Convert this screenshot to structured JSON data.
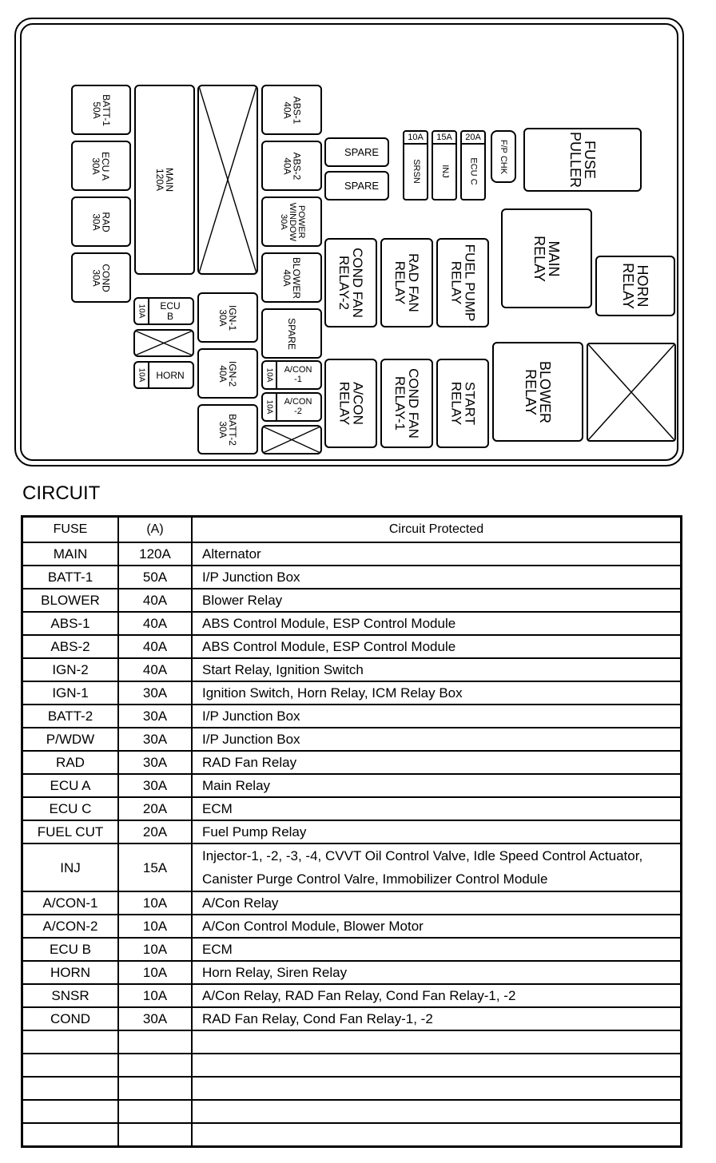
{
  "diagram": {
    "fuses": {
      "batt1": {
        "name": "BATT-1",
        "amp": "50A"
      },
      "ecua": {
        "name": "ECU A",
        "amp": "30A"
      },
      "rad": {
        "name": "RAD",
        "amp": "30A"
      },
      "cond": {
        "name": "COND",
        "amp": "30A"
      },
      "main": {
        "name": "MAIN",
        "amp": "120A"
      },
      "abs1": {
        "name": "ABS-1",
        "amp": "40A"
      },
      "abs2": {
        "name": "ABS-2",
        "amp": "40A"
      },
      "pwin1": {
        "name": "POWER",
        "name2": "WINDOW",
        "amp": "30A"
      },
      "blower": {
        "name": "BLOWER",
        "amp": "40A"
      },
      "spare_v": {
        "name": "SPARE"
      },
      "spare1": {
        "name": "SPARE"
      },
      "spare2": {
        "name": "SPARE"
      },
      "ecub": {
        "name": "ECU",
        "name2": "B",
        "amp": "10A"
      },
      "horn": {
        "name": "HORN",
        "amp": "10A"
      },
      "ign1": {
        "name": "IGN-1",
        "amp": "30A"
      },
      "ign2": {
        "name": "IGN-2",
        "amp": "40A"
      },
      "batt2": {
        "name": "BATT-2",
        "amp": "30A"
      },
      "acon1": {
        "name": "A/CON",
        "name2": "-1",
        "amp": "10A"
      },
      "acon2": {
        "name": "A/CON",
        "name2": "-2",
        "amp": "10A"
      },
      "srsn": {
        "name": "SRSN",
        "amp": "10A"
      },
      "inj": {
        "name": "INJ",
        "amp": "15A"
      },
      "ecuc": {
        "name": "ECU C",
        "amp": "20A"
      },
      "fpchk": {
        "name": "F/P CHK"
      }
    },
    "relays": {
      "fuse_puller": {
        "l1": "FUSE",
        "l2": "PULLER"
      },
      "main_relay": {
        "l1": "MAIN",
        "l2": "RELAY"
      },
      "horn_relay": {
        "l1": "HORN",
        "l2": "RELAY"
      },
      "cond_fan2": {
        "l1": "COND FAN",
        "l2": "RELAY-2"
      },
      "rad_fan": {
        "l1": "RAD FAN",
        "l2": "RELAY"
      },
      "fuel_pump": {
        "l1": "FUEL PUMP",
        "l2": "RELAY"
      },
      "acon_relay": {
        "l1": "A/CON",
        "l2": "RELAY"
      },
      "cond_fan1": {
        "l1": "COND FAN",
        "l2": "RELAY-1"
      },
      "start_relay": {
        "l1": "START",
        "l2": "RELAY"
      },
      "blower_relay": {
        "l1": "BLOWER",
        "l2": "RELAY"
      }
    }
  },
  "circuit": {
    "title": "CIRCUIT",
    "headers": {
      "fuse": "FUSE",
      "amp": "(A)",
      "circuit": "Circuit Protected"
    },
    "rows": [
      {
        "fuse": "MAIN",
        "amp": "120A",
        "circuit": "Alternator"
      },
      {
        "fuse": "BATT-1",
        "amp": "50A",
        "circuit": "I/P Junction Box"
      },
      {
        "fuse": "BLOWER",
        "amp": "40A",
        "circuit": "Blower Relay"
      },
      {
        "fuse": "ABS-1",
        "amp": "40A",
        "circuit": "ABS Control Module, ESP Control Module"
      },
      {
        "fuse": "ABS-2",
        "amp": "40A",
        "circuit": "ABS Control Module, ESP Control Module"
      },
      {
        "fuse": "IGN-2",
        "amp": "40A",
        "circuit": "Start Relay, Ignition Switch"
      },
      {
        "fuse": "IGN-1",
        "amp": "30A",
        "circuit": "Ignition Switch, Horn Relay, ICM Relay Box"
      },
      {
        "fuse": "BATT-2",
        "amp": "30A",
        "circuit": "I/P Junction Box"
      },
      {
        "fuse": "P/WDW",
        "amp": "30A",
        "circuit": "I/P Junction Box"
      },
      {
        "fuse": "RAD",
        "amp": "30A",
        "circuit": "RAD Fan Relay"
      },
      {
        "fuse": "ECU A",
        "amp": "30A",
        "circuit": "Main Relay"
      },
      {
        "fuse": "ECU C",
        "amp": "20A",
        "circuit": "ECM"
      },
      {
        "fuse": "FUEL CUT",
        "amp": "20A",
        "circuit": "Fuel Pump Relay"
      },
      {
        "fuse": "INJ",
        "amp": "15A",
        "circuit": "Injector-1, -2, -3, -4, CVVT Oil Control Valve, Idle Speed Control Actuator,",
        "circuit2": "Canister Purge Control Valre, Immobilizer Control Module"
      },
      {
        "fuse": "A/CON-1",
        "amp": "10A",
        "circuit": "A/Con Relay"
      },
      {
        "fuse": "A/CON-2",
        "amp": "10A",
        "circuit": "A/Con Control Module, Blower Motor"
      },
      {
        "fuse": "ECU B",
        "amp": "10A",
        "circuit": "ECM"
      },
      {
        "fuse": "HORN",
        "amp": "10A",
        "circuit": "Horn Relay, Siren Relay"
      },
      {
        "fuse": "SNSR",
        "amp": "10A",
        "circuit": "A/Con Relay, RAD Fan Relay, Cond Fan Relay-1, -2"
      },
      {
        "fuse": "COND",
        "amp": "30A",
        "circuit": "RAD Fan Relay, Cond Fan Relay-1, -2"
      }
    ],
    "empty_rows": 5
  }
}
